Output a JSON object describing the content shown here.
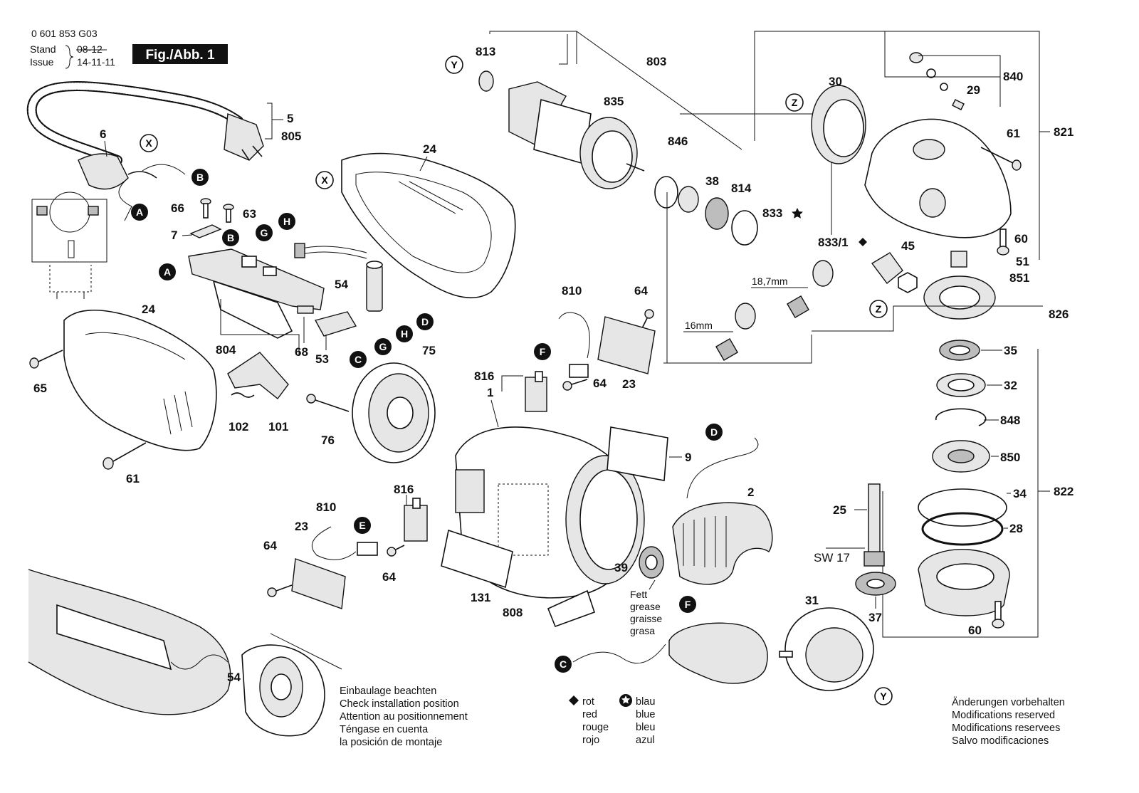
{
  "header": {
    "part_number": "0 601 853 G03",
    "stand_label": "Stand",
    "issue_label": "Issue",
    "date_struck": "08-12",
    "date": "14-11-11",
    "figure_label": "Fig./Abb. 1"
  },
  "callouts": [
    "X",
    "A",
    "B",
    "G",
    "H",
    "D",
    "C",
    "F",
    "E",
    "Y",
    "Z"
  ],
  "parts": {
    "p1": "1",
    "p2": "2",
    "p5": "5",
    "p6": "6",
    "p7": "7",
    "p9": "9",
    "p23a": "23",
    "p23b": "23",
    "p24a": "24",
    "p24b": "24",
    "p25": "25",
    "p28": "28",
    "p29": "29",
    "p30": "30",
    "p31": "31",
    "p32": "32",
    "p34": "34",
    "p35": "35",
    "p37": "37",
    "p38": "38",
    "p39": "39",
    "p45": "45",
    "p51": "51",
    "p53": "53",
    "p54": "54",
    "p54b": "54",
    "p60a": "60",
    "p60b": "60",
    "p61a": "61",
    "p61b": "61",
    "p63": "63",
    "p64a": "64",
    "p64b": "64",
    "p64c": "64",
    "p64d": "64",
    "p65": "65",
    "p66": "66",
    "p68": "68",
    "p75": "75",
    "p76": "76",
    "p101": "101",
    "p102": "102",
    "p131": "131",
    "p803": "803",
    "p804": "804",
    "p805": "805",
    "p808": "808",
    "p810a": "810",
    "p810b": "810",
    "p813": "813",
    "p814": "814",
    "p816a": "816",
    "p816b": "816",
    "p821": "821",
    "p822": "822",
    "p826": "826",
    "p833": "833",
    "p833_1": "833/1",
    "p835": "835",
    "p840": "840",
    "p846": "846",
    "p848": "848",
    "p850": "850",
    "p851": "851"
  },
  "dimensions": {
    "d16": "16mm",
    "d18_7": "18,7mm",
    "sw17": "SW 17"
  },
  "grease_note": [
    "Fett",
    "grease",
    "graisse",
    "grasa"
  ],
  "install_note": [
    "Einbaulage beachten",
    "Check installation position",
    "Attention au positionnement",
    "Téngase en cuenta",
    "la posición de montaje"
  ],
  "legend": {
    "diamond": [
      "rot",
      "red",
      "rouge",
      "rojo"
    ],
    "star": [
      "blau",
      "blue",
      "bleu",
      "azul"
    ]
  },
  "modifications_note": [
    "Änderungen vorbehalten",
    "Modifications reserved",
    "Modifications reservees",
    "Salvo modificaciones"
  ]
}
